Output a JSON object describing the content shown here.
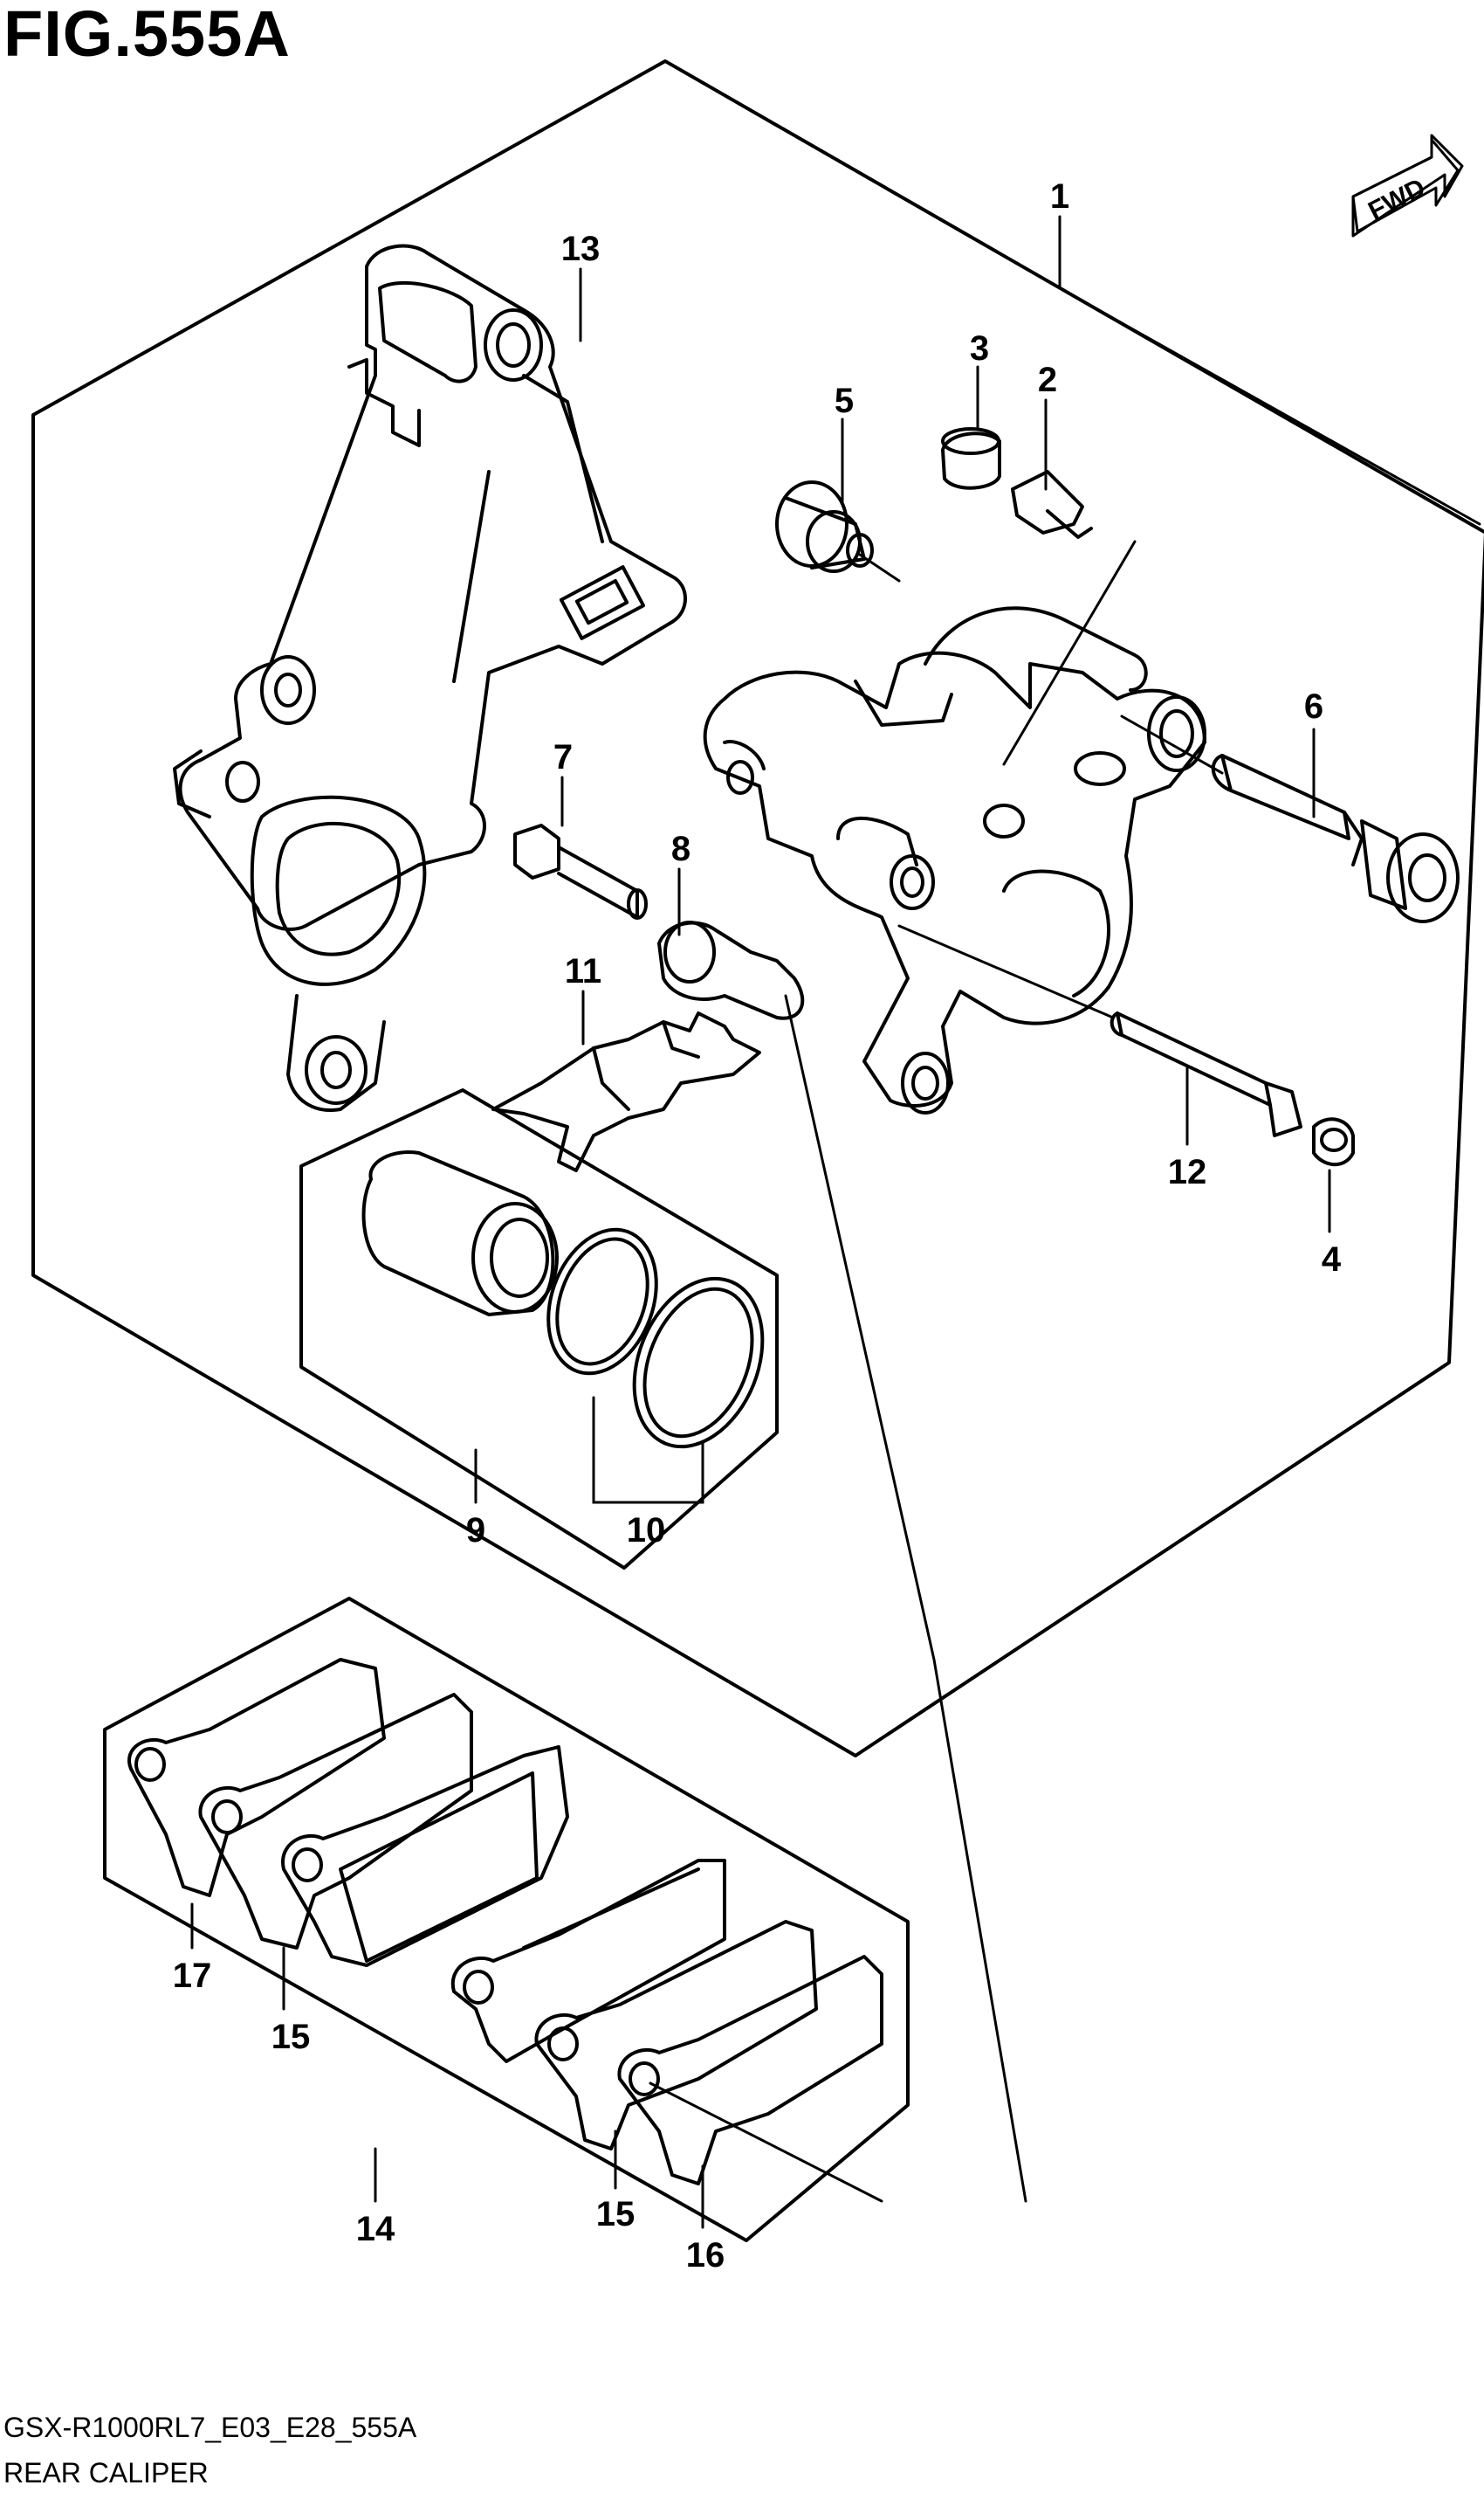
{
  "figure": {
    "title": "FIG.555A",
    "code": "GSX-R1000RL7_E03_E28_555A",
    "name": "REAR CALIPER"
  },
  "fwd_label": "FWD",
  "callouts": [
    "1",
    "2",
    "3",
    "4",
    "5",
    "6",
    "7",
    "8",
    "9",
    "10",
    "11",
    "12",
    "13",
    "14",
    "15",
    "15",
    "16",
    "17"
  ]
}
